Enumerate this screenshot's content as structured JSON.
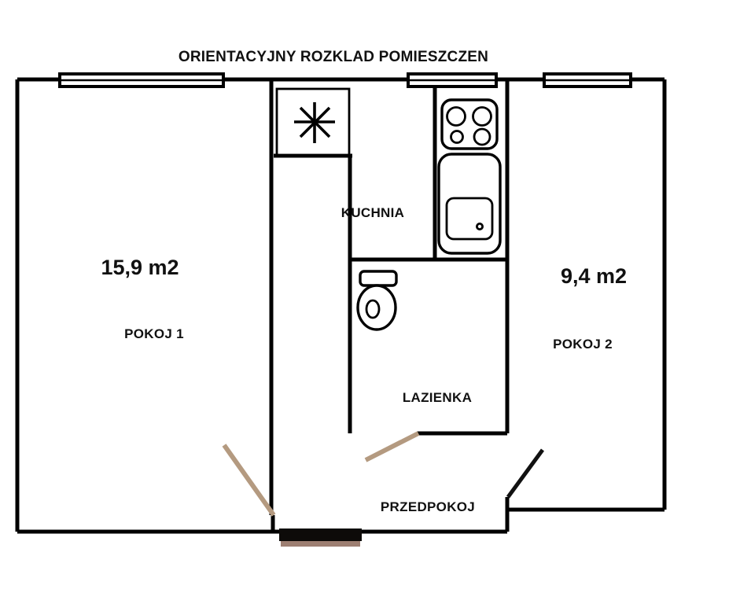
{
  "plan": {
    "title": "ORIENTACYJNY ROZKLAD POMIESZCZEN",
    "units": "m2",
    "rooms": [
      {
        "id": "pokoj-1",
        "label": "POKOJ 1",
        "area_label": "15,9 m2",
        "area_value": 15.9,
        "position": "left"
      },
      {
        "id": "pokoj-2",
        "label": "POKOJ 2",
        "area_label": "9,4 m2",
        "area_value": 9.4,
        "position": "right"
      },
      {
        "id": "kuchnia",
        "label": "KUCHNIA",
        "area_label": "",
        "position": "top-center"
      },
      {
        "id": "lazienka",
        "label": "LAZIENKA",
        "area_label": "",
        "position": "center"
      },
      {
        "id": "przedpokoj",
        "label": "PRZEDPOKOJ",
        "area_label": "",
        "position": "bottom-center"
      }
    ],
    "fixtures": [
      {
        "id": "ventilation-shaft",
        "icon": "asterisk-star-icon",
        "room": "kuchnia"
      },
      {
        "id": "stove",
        "icon": "stove-four-burner-icon",
        "room": "kuchnia",
        "burners": 4
      },
      {
        "id": "sink",
        "icon": "kitchen-sink-icon",
        "room": "kuchnia"
      },
      {
        "id": "toilet",
        "icon": "toilet-icon",
        "room": "lazienka"
      }
    ],
    "windows": [
      {
        "id": "window-pokoj-1",
        "room": "pokoj-1"
      },
      {
        "id": "window-kuchnia",
        "room": "kuchnia"
      },
      {
        "id": "window-pokoj-2",
        "room": "pokoj-2"
      }
    ],
    "doors": [
      {
        "id": "door-pokoj-1",
        "room": "pokoj-1",
        "swing_color": "#b49a80"
      },
      {
        "id": "door-lazienka",
        "room": "lazienka",
        "swing_color": "#b49a80"
      },
      {
        "id": "door-pokoj-2",
        "room": "pokoj-2",
        "swing_color": "#111111"
      },
      {
        "id": "door-entrance",
        "room": "przedpokoj",
        "swing_color": "#0d0b09"
      }
    ],
    "colors": {
      "wall": "#000000",
      "background": "#ffffff",
      "door_swing_tan": "#b49a80",
      "door_swing_black": "#111111",
      "entry_door_fill": "#0d0b09",
      "entry_door_accent": "#9d7f72",
      "text": "#111111"
    }
  }
}
